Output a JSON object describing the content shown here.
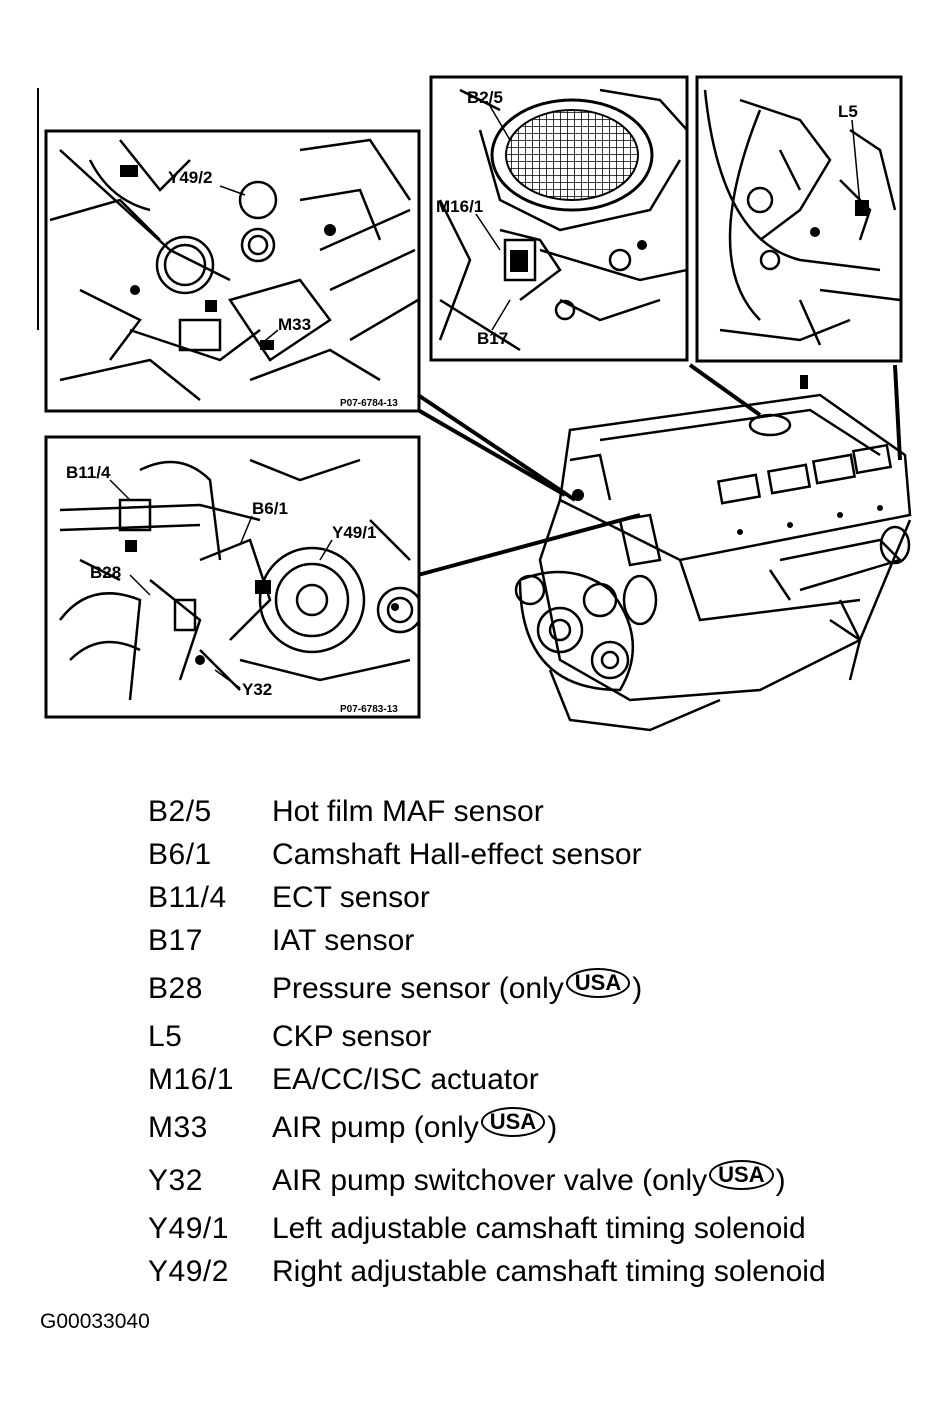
{
  "insets": {
    "top_left": {
      "labels": [
        "Y49/2",
        "M33"
      ],
      "ref": "P07-6784-13"
    },
    "top_middle": {
      "labels": [
        "B2/5",
        "M16/1",
        "B17"
      ]
    },
    "top_right": {
      "labels": [
        "L5"
      ]
    },
    "bottom_left": {
      "labels": [
        "B11/4",
        "B6/1",
        "Y49/1",
        "B28",
        "Y32"
      ],
      "ref": "P07-6783-13"
    }
  },
  "legend": [
    {
      "code": "B2/5",
      "desc": "Hot film MAF sensor"
    },
    {
      "code": "B6/1",
      "desc": "Camshaft Hall-effect sensor"
    },
    {
      "code": "B11/4",
      "desc": "ECT sensor"
    },
    {
      "code": "B17",
      "desc": "IAT sensor"
    },
    {
      "code": "B28",
      "desc": "Pressure sensor (only ",
      "badge": "USA",
      "after": ")"
    },
    {
      "code": "L5",
      "desc": "CKP sensor"
    },
    {
      "code": "M16/1",
      "desc": "EA/CC/ISC actuator"
    },
    {
      "code": "M33",
      "desc": "AIR pump (only ",
      "badge": "USA",
      "after": ")"
    },
    {
      "code": "Y32",
      "desc": "AIR pump switchover valve (only ",
      "badge": "USA",
      "after": ")"
    },
    {
      "code": "Y49/1",
      "desc": "Left adjustable camshaft timing solenoid"
    },
    {
      "code": "Y49/2",
      "desc": "Right adjustable camshaft timing solenoid"
    }
  ],
  "figure_id": "G00033040"
}
